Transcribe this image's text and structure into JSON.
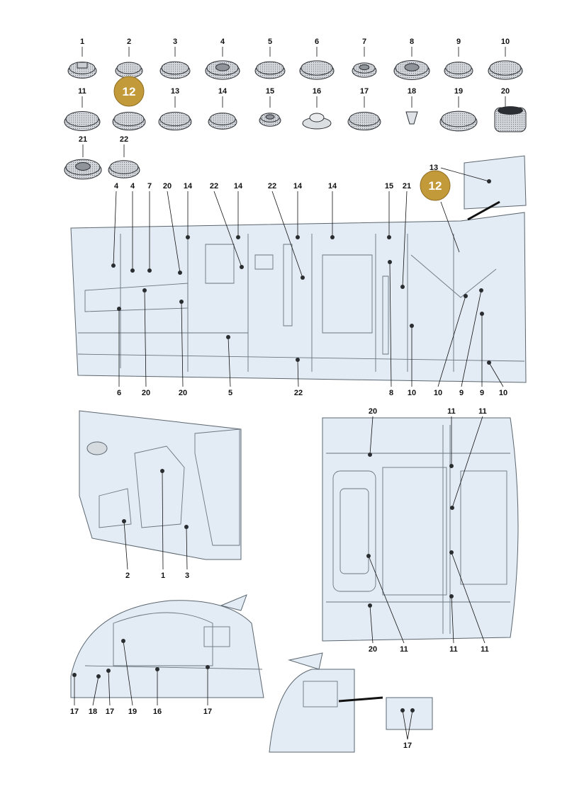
{
  "parts_row1": [
    "1",
    "2",
    "3",
    "4",
    "5",
    "6",
    "7",
    "8",
    "9",
    "10"
  ],
  "parts_row2": [
    "11",
    "12",
    "13",
    "14",
    "15",
    "16",
    "17",
    "18",
    "19",
    "20"
  ],
  "parts_row3": [
    "21",
    "22"
  ],
  "badge": "12",
  "main_view": {
    "top_callouts": [
      "4",
      "4",
      "7",
      "20",
      "14",
      "22",
      "14",
      "22",
      "14",
      "14",
      "15",
      "21",
      "13"
    ],
    "bottom_callouts": [
      "6",
      "20",
      "20",
      "5",
      "22",
      "8",
      "10",
      "10",
      "9",
      "9",
      "10"
    ]
  },
  "wheelarch_view": {
    "callouts": [
      "2",
      "1",
      "3"
    ]
  },
  "underbody_view": {
    "top_callouts": [
      "20",
      "11",
      "11"
    ],
    "bottom_callouts": [
      "20",
      "11",
      "11",
      "11"
    ]
  },
  "rear_view": {
    "callouts": [
      "17",
      "18",
      "17",
      "19",
      "16",
      "17"
    ]
  },
  "detail_view": {
    "callouts": [
      "17"
    ]
  },
  "colors": {
    "badge": "#c39a3a",
    "panel": "#e3ecf4",
    "plug": "#c9ced3"
  }
}
